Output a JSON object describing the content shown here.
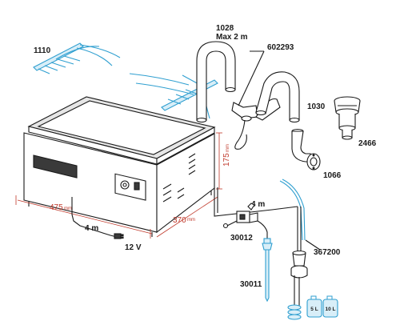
{
  "labels": {
    "part_1110": "1110",
    "part_1028": "1028",
    "part_1028_note": "Max 2 m",
    "part_602293": "602293",
    "part_1030": "1030",
    "part_2466": "2466",
    "part_1066": "1066",
    "length_4m_right": "4 m",
    "part_30012": "30012",
    "part_367200": "367200",
    "part_30011": "30011",
    "length_4m_left": "4 m",
    "voltage": "12 V",
    "canister_5l": "5 L",
    "canister_10l": "10 L"
  },
  "dimensions": {
    "width": "475",
    "depth": "370",
    "height": "175",
    "unit": "mm"
  },
  "colors": {
    "outline": "#1a1a1a",
    "accent_blue": "#2f9fd0",
    "dimension_red": "#c0392b"
  }
}
